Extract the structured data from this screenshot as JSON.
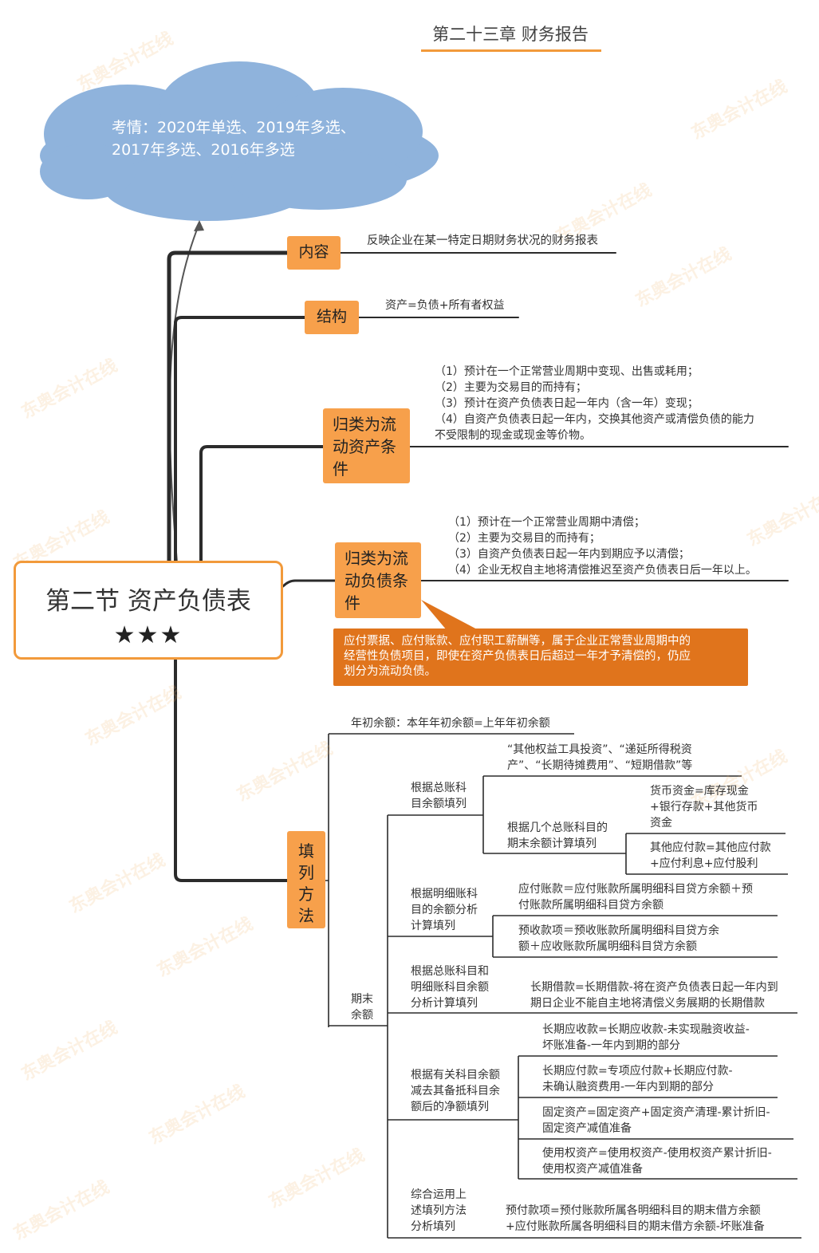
{
  "chapter_title": "第二十三章 财务报告",
  "cloud_text": [
    "考情：2020年单选、2019年多选、",
    "2017年多选、2016年多选"
  ],
  "root": {
    "title": "第二节 资产负债表",
    "stars": "★★★"
  },
  "branches": {
    "content": {
      "label": "内容",
      "text": "反映企业在某一特定日期财务状况的财务报表"
    },
    "structure": {
      "label": "结构",
      "text": "资产=负债+所有者权益"
    },
    "current_assets": {
      "label_lines": [
        "归类为流",
        "动资产条",
        "件"
      ],
      "lines": [
        "（1）预计在一个正常营业周期中变现、出售或耗用；",
        "（2）主要为交易目的而持有；",
        "（3）预计在资产负债表日起一年内（含一年）变现；",
        "（4）自资产负债表日起一年内，交换其他资产或清偿负债的能力",
        "不受限制的现金或现金等价物。"
      ]
    },
    "current_liabilities": {
      "label_lines": [
        "归类为流",
        "动负债条",
        "件"
      ],
      "lines": [
        "（1）预计在一个正常营业周期中清偿；",
        "（2）主要为交易目的而持有；",
        "（3）自资产负债表日起一年内到期应予以清偿；",
        "（4）企业无权自主地将清偿推迟至资产负债表日后一年以上。"
      ],
      "note": [
        "应付票据、应付账款、应付职工薪酬等，属于企业正常营业周期中的",
        "经营性负债项目，即使在资产负债表日后超过一年才予清偿的，仍应",
        "划分为流动负债。"
      ]
    },
    "methods": {
      "label_chars": [
        "填",
        "列",
        "方",
        "法"
      ],
      "opening": "年初余额：本年年初余额=上年年初余额",
      "ending_label": [
        "期末",
        "余额"
      ],
      "groups": {
        "g1": {
          "label": [
            "根据总账科",
            "目余额填列"
          ],
          "direct": [
            "“其他权益工具投资”、“递延所得税资",
            "产”、“长期待摊费用”、“短期借款”等"
          ],
          "calc_label": [
            "根据几个总账科目的",
            "期末余额计算填列"
          ],
          "calc_a": [
            "货币资金=库存现金",
            "+银行存款+其他货币",
            "资金"
          ],
          "calc_b": [
            "其他应付款=其他应付款",
            "+应付利息+应付股利"
          ]
        },
        "g2": {
          "label": [
            "根据明细账科",
            "目的余额分析",
            "计算填列"
          ],
          "a": [
            "应付账款＝应付账款所属明细科目贷方余额＋预",
            "付账款所属明细科目贷方余额"
          ],
          "b": [
            "预收款项＝预收账款所属明细科目贷方余",
            "额＋应收账款所属明细科目贷方余额"
          ]
        },
        "g3": {
          "label": [
            "根据总账科目和",
            "明细账科目余额",
            "分析计算填列"
          ],
          "a": [
            "长期借款=长期借款-将在资产负债表日起一年内到",
            "期日企业不能自主地将清偿义务展期的长期借款"
          ]
        },
        "g4": {
          "label": [
            "根据有关科目余额",
            "减去其备抵科目余",
            "额后的净额填列"
          ],
          "a": [
            "长期应收款=长期应收款-未实现融资收益-",
            "坏账准备-一年内到期的部分"
          ],
          "b": [
            "长期应付款=专项应付款+长期应付款-",
            "未确认融资费用-一年内到期的部分"
          ],
          "c": [
            "固定资产=固定资产+固定资产清理-累计折旧-",
            "固定资产减值准备"
          ],
          "d": [
            "使用权资产=使用权资产-使用权资产累计折旧-",
            "使用权资产减值准备"
          ]
        },
        "g5": {
          "label": [
            "综合运用上",
            "述填列方法",
            "分析填列"
          ],
          "a": [
            "预付款项=预付账款所属各明细科目的期末借方余额",
            "+应付账款所属各明细科目的期末借方余额-坏账准备"
          ]
        }
      }
    }
  },
  "watermark": "东奥会计在线",
  "colors": {
    "accent": "#f7a04b",
    "note": "#e0741c",
    "cloud": "#8fb3dc",
    "line": "#2b2b2b"
  }
}
